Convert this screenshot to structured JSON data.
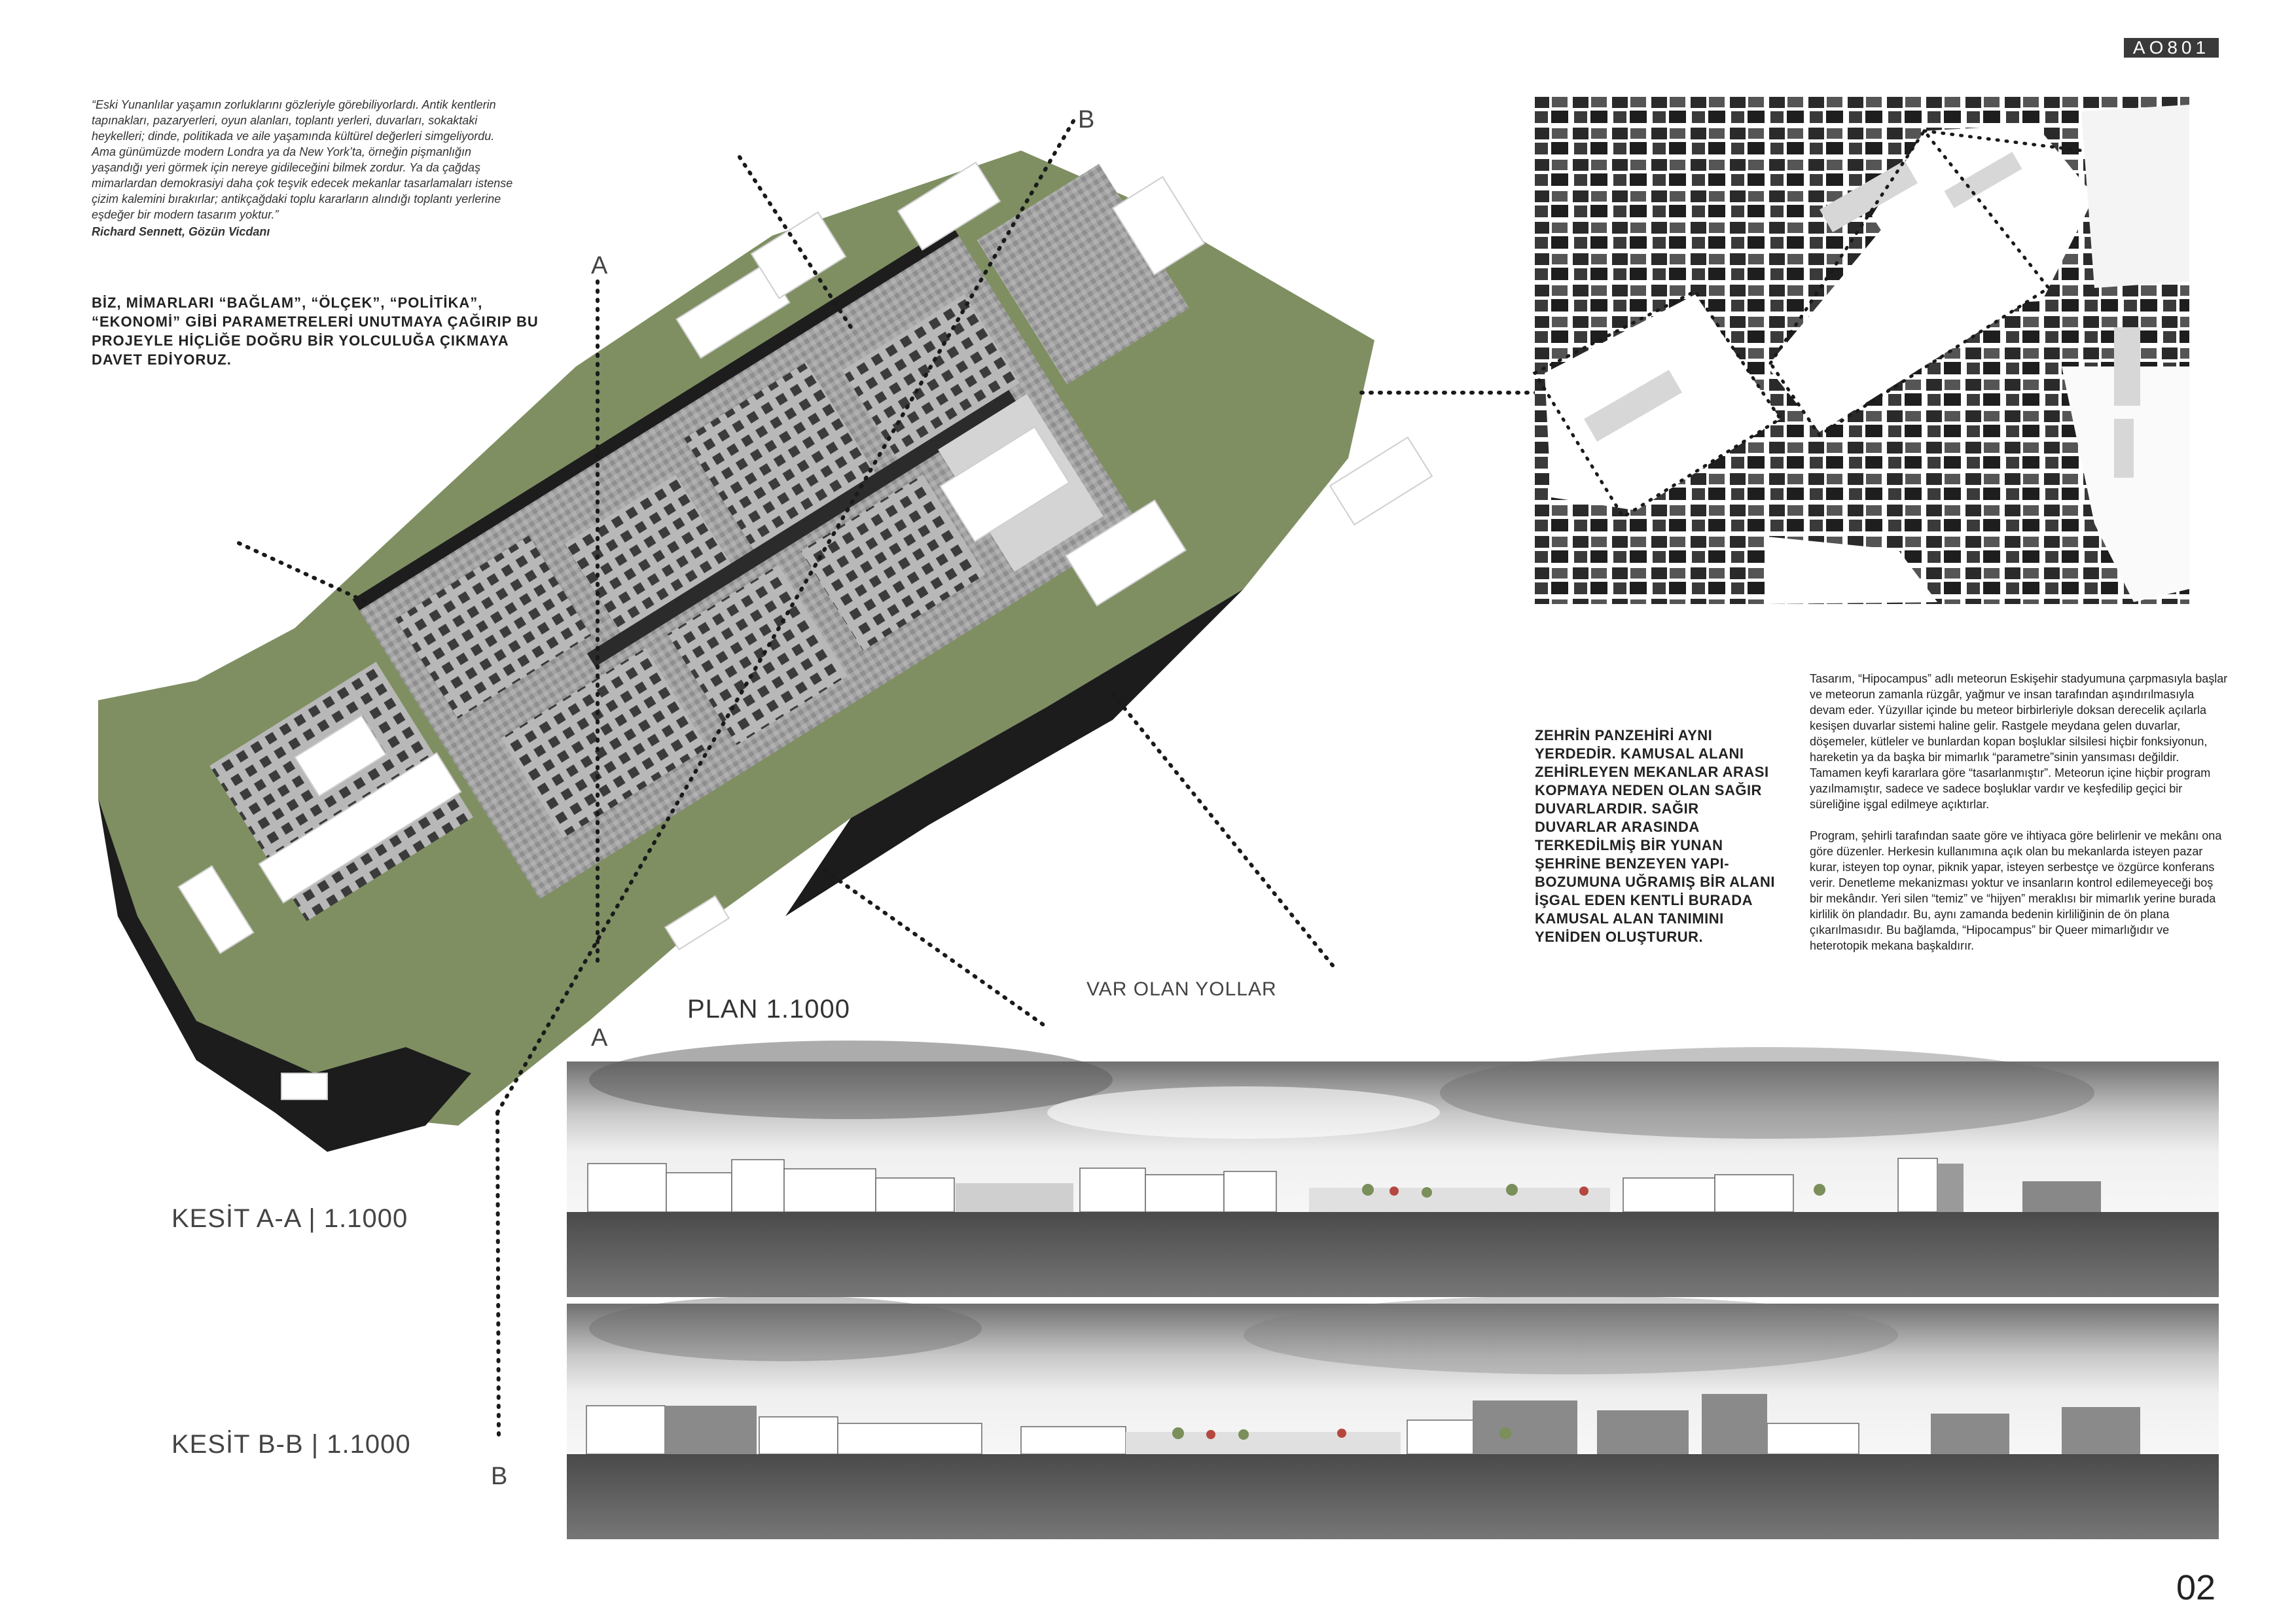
{
  "sheet": {
    "code": "AO801",
    "page_number": "02"
  },
  "quote": {
    "text": "“Eski Yunanlılar yaşamın zorluklarını gözleriyle görebiliyorlardı. Antik kentlerin tapınakları, pazaryerleri, oyun alanları, toplantı yerleri, duvarları, sokaktaki heykelleri; dinde, politikada ve aile yaşamında kültürel değerleri simgeliyordu. Ama günümüzde modern Londra ya da New York’ta, örneğin pişmanlığın yaşandığı yeri görmek için nereye gidileceğini bilmek zordur. Ya da çağdaş mimarlardan demokrasiyi daha çok teşvik edecek mekanlar tasarlamaları istense çizim kalemini bırakırlar; antikçağdaki toplu kararların alındığı toplantı yerlerine eşdeğer bir modern tasarım yoktur.”",
    "author": "Richard Sennett, Gözün Vicdanı"
  },
  "manifesto": "BİZ, MİMARLARI “BAĞLAM”, “ÖLÇEK”, “POLİTİKA”, “EKONOMİ” GİBİ PARAMETRELERİ UNUTMAYA ÇAĞIRIP BU PROJEYLE HİÇLİĞE DOĞRU BİR YOLCULUĞA ÇIKMAYA DAVET EDİYORUZ.",
  "plan": {
    "label": "PLAN 1.1000",
    "roads_label": "VAR OLAN YOLLAR",
    "section_marks": {
      "a_top": "A",
      "a_bottom": "A",
      "b_top": "B",
      "b_bottom": "B"
    }
  },
  "sections": {
    "aa_label": "KESİT A-A  |  1.1000",
    "bb_label": "KESİT B-B  |  1.1000"
  },
  "warning": "ZEHRİN PANZEHİRİ AYNI YERDEDİR. KAMUSAL ALANI ZEHİRLEYEN MEKANLAR ARASI KOPMAYA NEDEN OLAN SAĞIR DUVARLARDIR. SAĞIR DUVARLAR ARASINDA TERKEDİLMİŞ BİR YUNAN ŞEHRİNE BENZEYEN YAPI-BOZUMUNA UĞRAMIŞ BİR ALANI İŞGAL EDEN KENTLİ BURADA KAMUSAL ALAN TANIMINI YENİDEN OLUŞTURUR.",
  "description": {
    "p1": "Tasarım, “Hipocampus” adlı meteorun Eskişehir stadyumuna çarpmasıyla başlar ve meteorun zamanla rüzgâr, yağmur ve insan tarafından aşındırılmasıyla devam eder. Yüzyıllar içinde bu meteor birbirleriyle doksan derecelik açılarla kesişen duvarlar sistemi haline gelir. Rastgele meydana gelen duvarlar, döşemeler, kütleler ve bunlardan kopan boşluklar silsilesi hiçbir fonksiyonun, hareketin ya da başka bir mimarlık “parametre”sinin yansıması değildir. Tamamen keyfi kararlara göre “tasarlanmıştır”. Meteorun içine hiçbir program yazılmamıştır, sadece ve sadece boşluklar vardır ve keşfedilip geçici bir süreliğine işgal edilmeye açıktırlar.",
    "p2": "Program, şehirli tarafından saate göre ve ihtiyaca göre belirlenir ve mekânı ona göre düzenler. Herkesin kullanımına açık olan bu mekanlarda isteyen pazar kurar, isteyen top oynar, piknik yapar, isteyen serbestçe ve özgürce konferans verir. Denetleme mekanizması yoktur ve insanların kontrol edilemeyeceği boş bir mekândır. Yeri silen “temiz” ve “hijyen” meraklısı bir mimarlık yerine burada kirlilik ön plandadır. Bu, aynı zamanda bedenin kirliliğinin de ön plana çıkarılmasıdır. Bu bağlamda, “Hipocampus” bir Queer mimarlığıdır ve heterotopik mekana başkaldırır."
  },
  "colors": {
    "green": "#7f8f62",
    "dark": "#1c1c1c",
    "concrete": "#9c9c9c",
    "label": "#3a3a3a"
  }
}
